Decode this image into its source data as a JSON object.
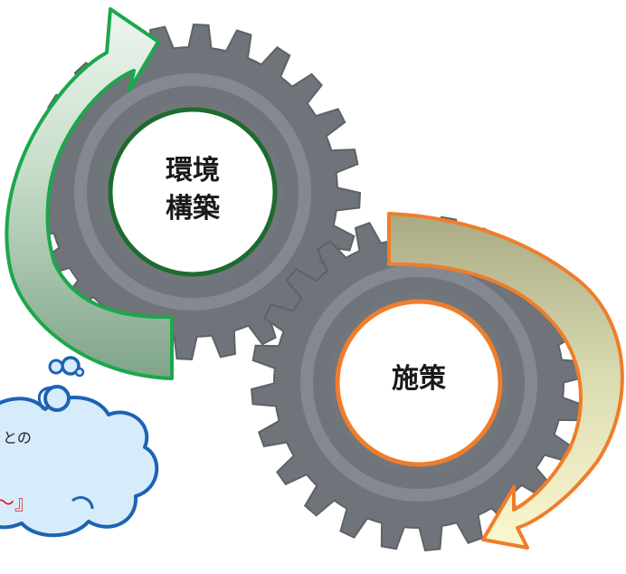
{
  "gears": {
    "top": {
      "label_line1": "環境",
      "label_line2": "構築"
    },
    "bottom": {
      "label": "施策"
    }
  },
  "thought_cloud": {
    "text_line1": "との",
    "text_line2": "〜』"
  },
  "colors": {
    "gear_body": "#6f737a",
    "gear_ring": "#8a8e95",
    "top_accent": "#1aa84a",
    "top_hub_border": "#1e6b2e",
    "bottom_accent": "#f07d2a",
    "cloud_fill": "#d7ecfa",
    "cloud_stroke": "#1c63b4",
    "cloud_emphasis": "#e02020"
  },
  "icons": {
    "top_arrow": "cycle-arrow-icon",
    "bottom_arrow": "cycle-arrow-icon",
    "gear": "gear-icon",
    "cloud": "thought-cloud-icon"
  }
}
